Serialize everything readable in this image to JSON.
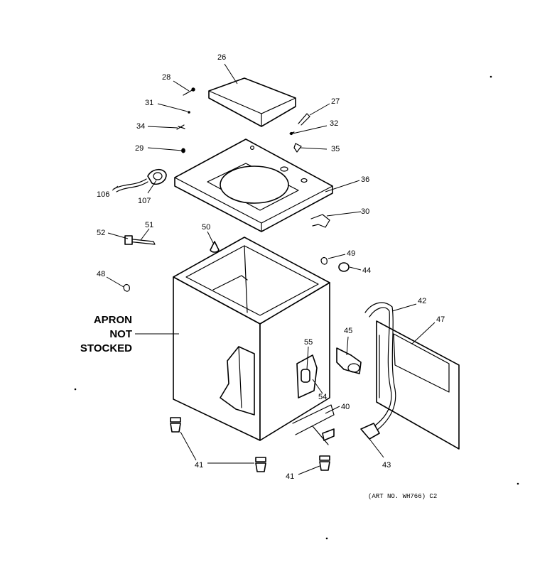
{
  "callouts": {
    "p26": "26",
    "p28": "28",
    "p27": "27",
    "p31": "31",
    "p32": "32",
    "p34": "34",
    "p35": "35",
    "p29": "29",
    "p36": "36",
    "p106": "106",
    "p107": "107",
    "p30": "30",
    "p52": "52",
    "p51": "51",
    "p50": "50",
    "p49": "49",
    "p44": "44",
    "p48": "48",
    "p42": "42",
    "p47": "47",
    "p45": "45",
    "p55": "55",
    "p54": "54",
    "p40": "40",
    "p41a": "41",
    "p41b": "41",
    "p43": "43"
  },
  "apron_note": [
    "APRON",
    "NOT",
    "STOCKED"
  ],
  "art_number": "(ART NO. WH766) C2"
}
